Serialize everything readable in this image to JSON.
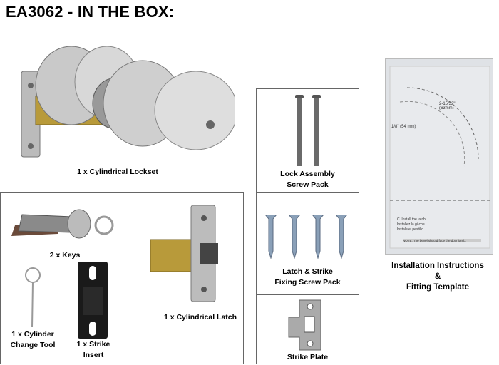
{
  "title": "EA3062 - IN THE BOX:",
  "items": {
    "lockset": "1 x Cylindrical Lockset",
    "keys": "2 x Keys",
    "tool_line1": "1 x Cylinder",
    "tool_line2": "Change Tool",
    "insert_line1": "1 x Strike",
    "insert_line2": "Insert",
    "latch": "1 x Cylindrical Latch",
    "lock_screws_line1": "Lock Assembly",
    "lock_screws_line2": "Screw Pack",
    "fixing_screws_line1": "Latch & Strike",
    "fixing_screws_line2": "Fixing Screw Pack",
    "strike_plate": "Strike Plate",
    "instructions_line1": "Installation Instructions",
    "instructions_line2": "&",
    "instructions_line3": "Fitting Template"
  },
  "template_text": {
    "dim1": "2-15/32\"",
    "dim1_mm": "(63mm)",
    "dim2": "1/8\" (54 mm)",
    "step_c": "C. Install the latch",
    "step_c_fr": "Installez la gâche",
    "step_c_es": "Instale el pestillo",
    "note": "NOTE: The bevel should face the door jamb."
  }
}
